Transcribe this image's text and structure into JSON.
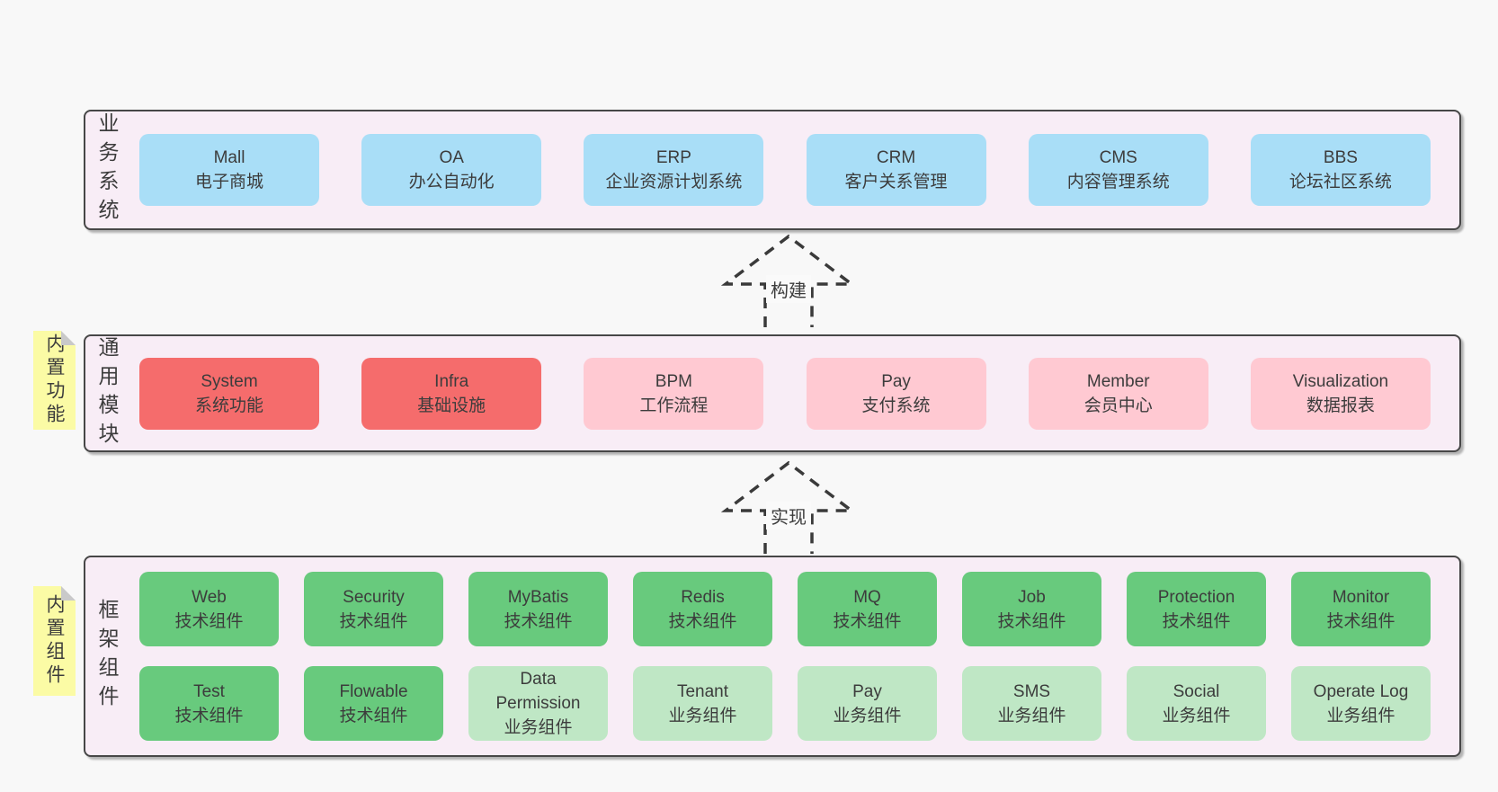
{
  "colors": {
    "page_bg": "#f8f8f8",
    "container_bg": "#f8edf6",
    "container_border": "#474747",
    "blue": "#a9def7",
    "red": "#f56c6c",
    "pink": "#ffc9d2",
    "green": "#68ca7d",
    "lightgreen": "#bfe7c5",
    "note_bg": "#fbfba5",
    "note_fold": "#c9c9c9",
    "text": "#3c3c3c",
    "arrow": "#3a3a3a"
  },
  "sections": [
    {
      "label": "业务系统",
      "note": "",
      "rows": [
        [
          {
            "name": "Mall",
            "desc": "电子商城",
            "color": "blue"
          },
          {
            "name": "OA",
            "desc": "办公自动化",
            "color": "blue"
          },
          {
            "name": "ERP",
            "desc": "企业资源计划系统",
            "color": "blue"
          },
          {
            "name": "CRM",
            "desc": "客户关系管理",
            "color": "blue"
          },
          {
            "name": "CMS",
            "desc": "内容管理系统",
            "color": "blue"
          },
          {
            "name": "BBS",
            "desc": "论坛社区系统",
            "color": "blue"
          }
        ]
      ]
    },
    {
      "label": "通用模块",
      "note": "内置功能",
      "rows": [
        [
          {
            "name": "System",
            "desc": "系统功能",
            "color": "red"
          },
          {
            "name": "Infra",
            "desc": "基础设施",
            "color": "red"
          },
          {
            "name": "BPM",
            "desc": "工作流程",
            "color": "pink"
          },
          {
            "name": "Pay",
            "desc": "支付系统",
            "color": "pink"
          },
          {
            "name": "Member",
            "desc": "会员中心",
            "color": "pink"
          },
          {
            "name": "Visualization",
            "desc": "数据报表",
            "color": "pink"
          }
        ]
      ]
    },
    {
      "label": "框架组件",
      "note": "内置组件",
      "rows": [
        [
          {
            "name": "Web",
            "desc": "技术组件",
            "color": "green"
          },
          {
            "name": "Security",
            "desc": "技术组件",
            "color": "green"
          },
          {
            "name": "MyBatis",
            "desc": "技术组件",
            "color": "green"
          },
          {
            "name": "Redis",
            "desc": "技术组件",
            "color": "green"
          },
          {
            "name": "MQ",
            "desc": "技术组件",
            "color": "green"
          },
          {
            "name": "Job",
            "desc": "技术组件",
            "color": "green"
          },
          {
            "name": "Protection",
            "desc": "技术组件",
            "color": "green"
          },
          {
            "name": "Monitor",
            "desc": "技术组件",
            "color": "green"
          }
        ],
        [
          {
            "name": "Test",
            "desc": "技术组件",
            "color": "green"
          },
          {
            "name": "Flowable",
            "desc": "技术组件",
            "color": "green"
          },
          {
            "name": "Data Permission",
            "desc": "业务组件",
            "color": "lightgreen"
          },
          {
            "name": "Tenant",
            "desc": "业务组件",
            "color": "lightgreen"
          },
          {
            "name": "Pay",
            "desc": "业务组件",
            "color": "lightgreen"
          },
          {
            "name": "SMS",
            "desc": "业务组件",
            "color": "lightgreen"
          },
          {
            "name": "Social",
            "desc": "业务组件",
            "color": "lightgreen"
          },
          {
            "name": "Operate Log",
            "desc": "业务组件",
            "color": "lightgreen"
          }
        ]
      ]
    }
  ],
  "arrows": [
    {
      "label": "构建"
    },
    {
      "label": "实现"
    }
  ]
}
